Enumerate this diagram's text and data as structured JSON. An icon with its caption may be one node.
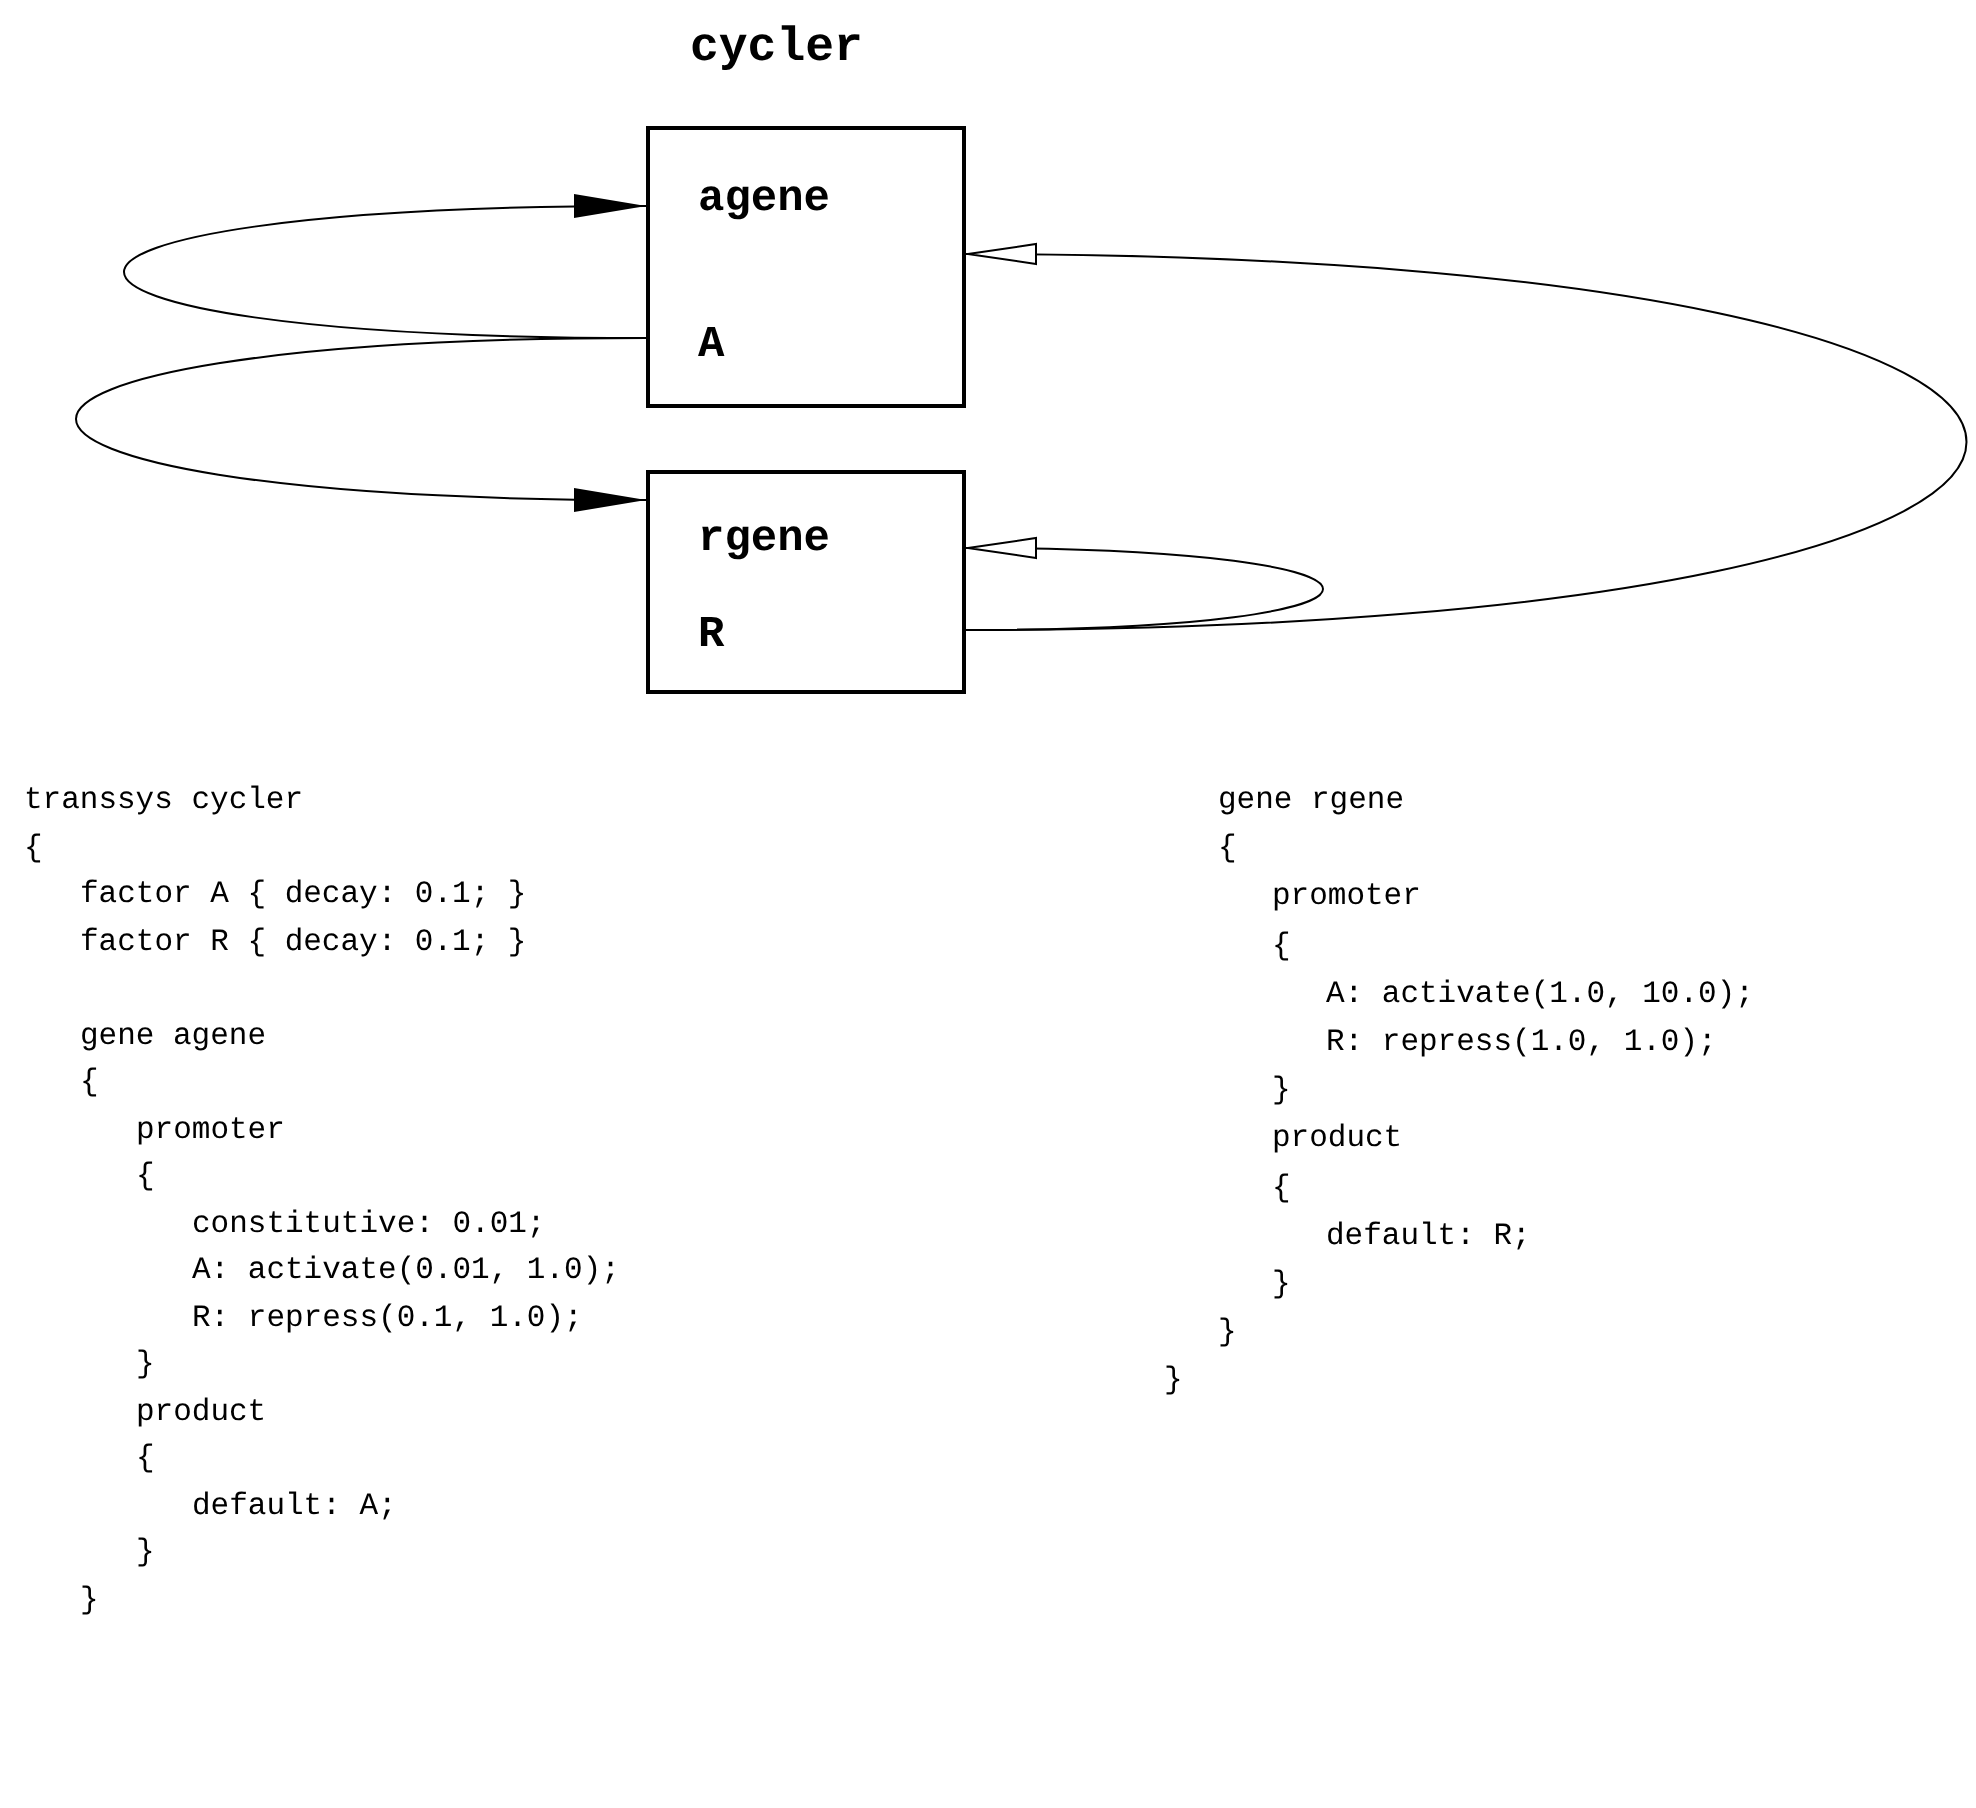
{
  "diagram": {
    "title": "cycler",
    "nodes": [
      {
        "text": [
          "agene",
          "A"
        ]
      },
      {
        "text": [
          "rgene",
          "R"
        ]
      }
    ],
    "edges": [
      {
        "from": 0,
        "to": 0,
        "arrow": "to"
      },
      {
        "from": 0,
        "to": 1,
        "arrow": "to"
      },
      {
        "from": 1,
        "to": 0,
        "arrow": "to"
      },
      {
        "from": 1,
        "to": 1,
        "arrow": "to"
      }
    ],
    "labels": [
      "transsys cycler",
      "{",
      "factor A { decay: 0.1; }",
      "factor R { decay: 0.1; }",
      "gene agene",
      "{",
      "promoter",
      "{",
      "constitutive: 0.01;",
      "A: activate(0.01, 1.0);",
      "R: repress(0.1, 1.0);",
      "}",
      "product",
      "{",
      "default: A;",
      "}",
      "}",
      "gene rgene",
      "{",
      "promoter",
      "{",
      "A: activate(1.0, 10.0);",
      "R: repress(1.0, 1.0);",
      "}",
      "product",
      "{",
      "default: R;",
      "}",
      "}",
      "}"
    ]
  }
}
